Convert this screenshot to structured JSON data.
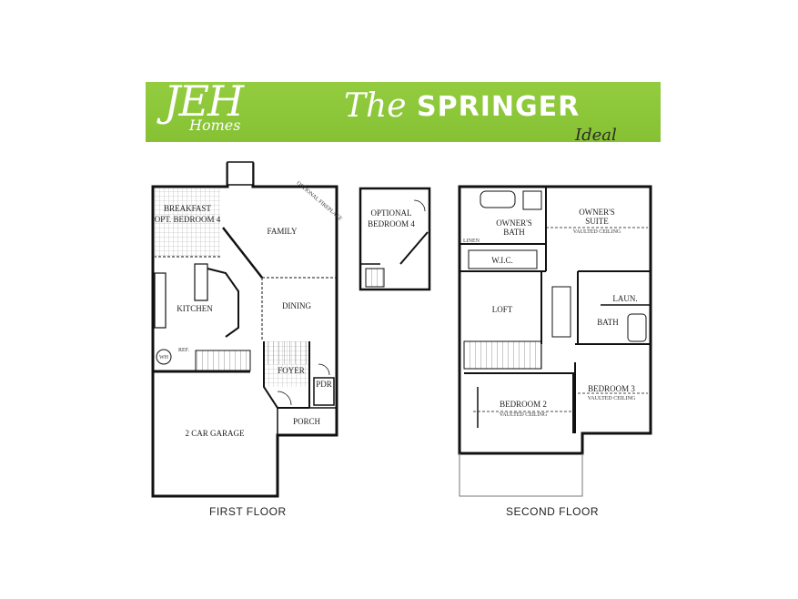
{
  "header": {
    "brand_initials": "JEH",
    "brand_sub": "Homes",
    "the_word": "The",
    "plan_name": "SPRINGER",
    "series": "Ideal",
    "banner_color": "#8cc63f"
  },
  "first_floor": {
    "label": "FIRST FLOOR",
    "rooms": {
      "breakfast": "BREAKFAST",
      "opt_bedroom": "OPT. BEDROOM 4",
      "family": "FAMILY",
      "optional_fireplace": "OPTIONAL FIREPLACE",
      "kitchen": "KITCHEN",
      "dining": "DINING",
      "wh": "WH",
      "ref": "REF.",
      "foyer": "FOYER",
      "pdr": "PDR",
      "porch": "PORCH",
      "garage": "2 CAR GARAGE"
    }
  },
  "optional": {
    "line1": "OPTIONAL",
    "line2": "BEDROOM 4"
  },
  "second_floor": {
    "label": "SECOND FLOOR",
    "rooms": {
      "owners_bath_1": "OWNER'S",
      "owners_bath_2": "BATH",
      "owners_suite_1": "OWNER'S",
      "owners_suite_2": "SUITE",
      "vaulted": "VAULTED CEILING",
      "linen": "LINEN",
      "wic": "W.I.C.",
      "loft": "LOFT",
      "laun": "LAUN.",
      "bath": "BATH",
      "bedroom2": "BEDROOM 2",
      "bedroom3": "BEDROOM 3"
    }
  }
}
